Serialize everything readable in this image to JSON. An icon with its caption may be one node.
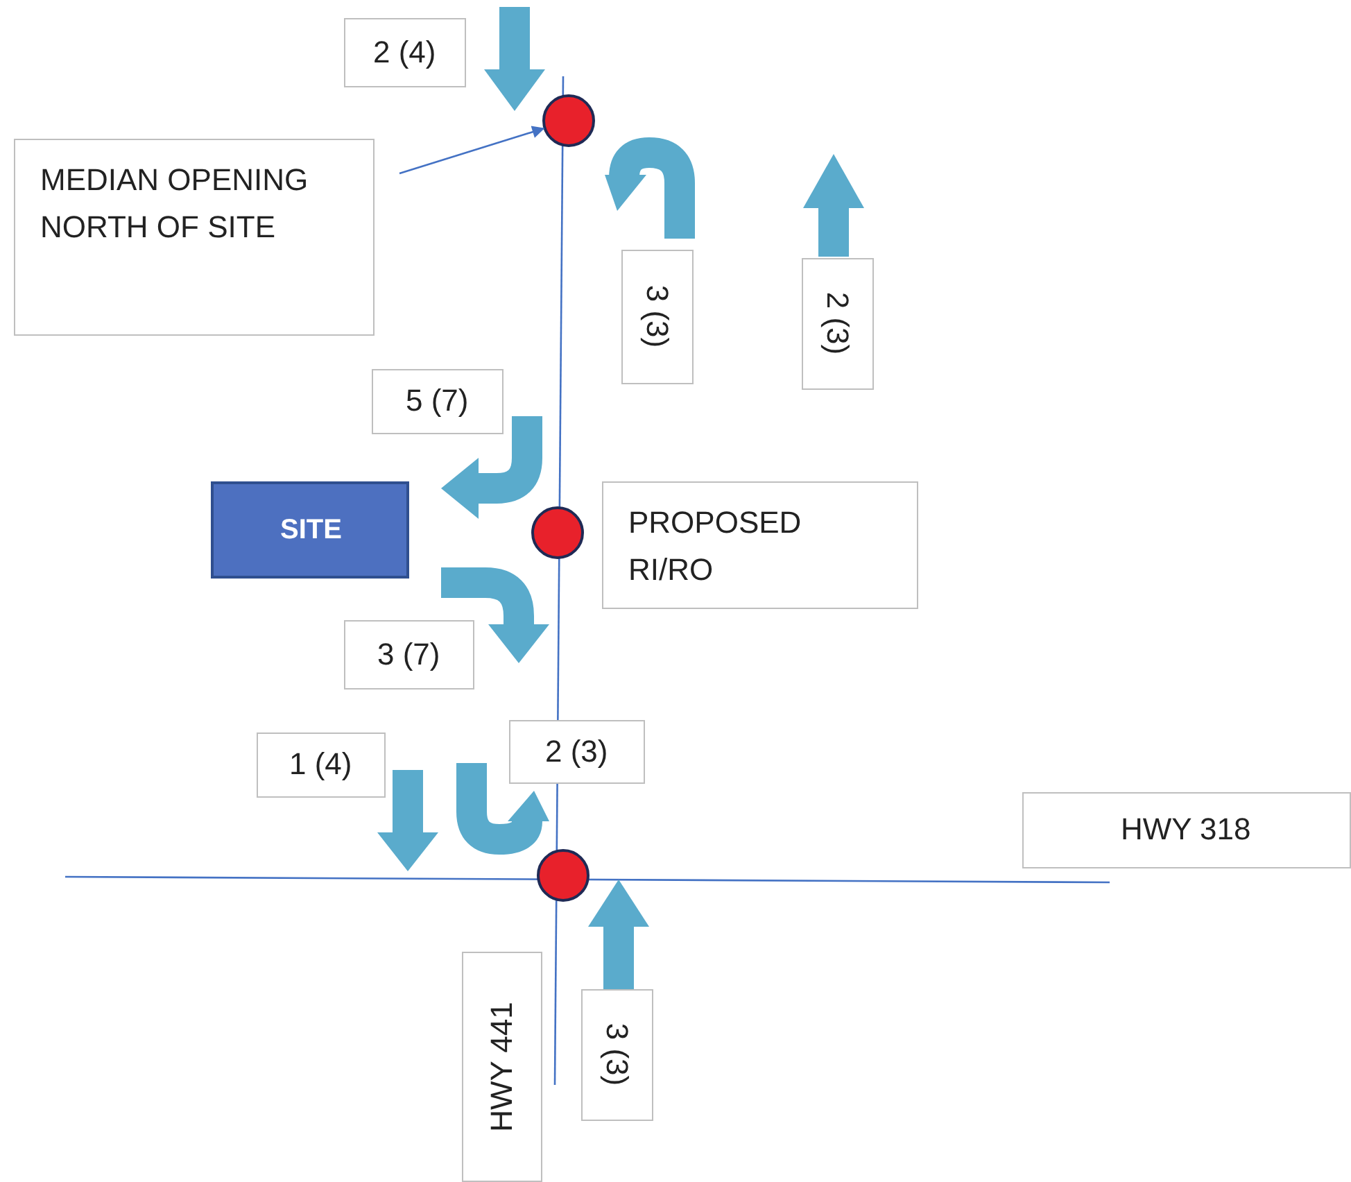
{
  "diagram": {
    "nodes": [
      {
        "text": [
          "2 (4)"
        ]
      },
      {
        "text": [],
        "shape": "circle"
      },
      {
        "text": [
          "MEDIAN OPENING NORTH OF SITE"
        ]
      },
      {
        "text": [
          "3 (3)"
        ]
      },
      {
        "text": [
          "2 (3)"
        ]
      },
      {
        "text": [
          "5 (7)"
        ]
      },
      {
        "text": [
          "SITE"
        ]
      },
      {
        "text": [
          "PROPOSED RI/RO"
        ]
      },
      {
        "text": [],
        "shape": "circle"
      },
      {
        "text": [
          "3 (7)"
        ]
      },
      {
        "text": [
          "1 (4)"
        ]
      },
      {
        "text": [
          "2 (3)"
        ]
      },
      {
        "text": [
          "HWY 318"
        ]
      },
      {
        "text": [],
        "shape": "circle"
      },
      {
        "text": [
          "HWY 441"
        ]
      },
      {
        "text": [
          "3 (3)"
        ]
      }
    ],
    "edges": [
      {
        "from": 2,
        "to": 1,
        "arrow": "to"
      }
    ]
  }
}
